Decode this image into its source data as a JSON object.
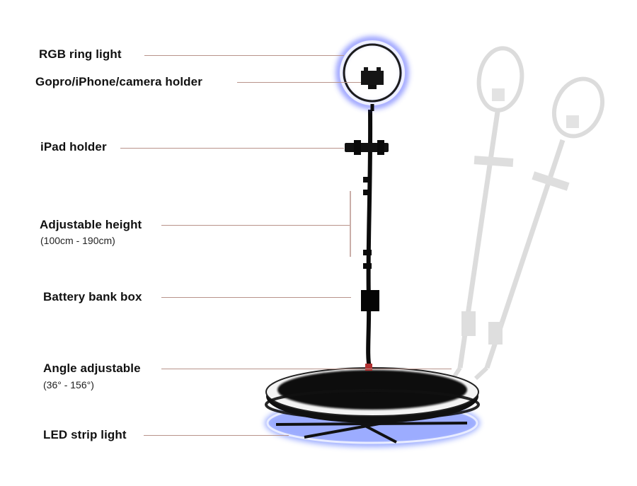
{
  "callouts": [
    {
      "id": "ring",
      "label": "RGB ring light",
      "sub": ""
    },
    {
      "id": "holder",
      "label": "Gopro/iPhone/camera holder",
      "sub": ""
    },
    {
      "id": "ipad",
      "label": "iPad holder",
      "sub": ""
    },
    {
      "id": "height",
      "label": "Adjustable height",
      "sub": "(100cm - 190cm)"
    },
    {
      "id": "battery",
      "label": "Battery bank box",
      "sub": ""
    },
    {
      "id": "angle",
      "label": "Angle adjustable",
      "sub": "(36° - 156°)"
    },
    {
      "id": "led",
      "label": "LED strip light",
      "sub": ""
    }
  ],
  "colors": {
    "leader_line": "#b8938a",
    "ring_glow": "#3b49ff",
    "led_glow": "#4d6bff",
    "stand": "#0b0b0b",
    "ghost": "#d8d8d8"
  }
}
